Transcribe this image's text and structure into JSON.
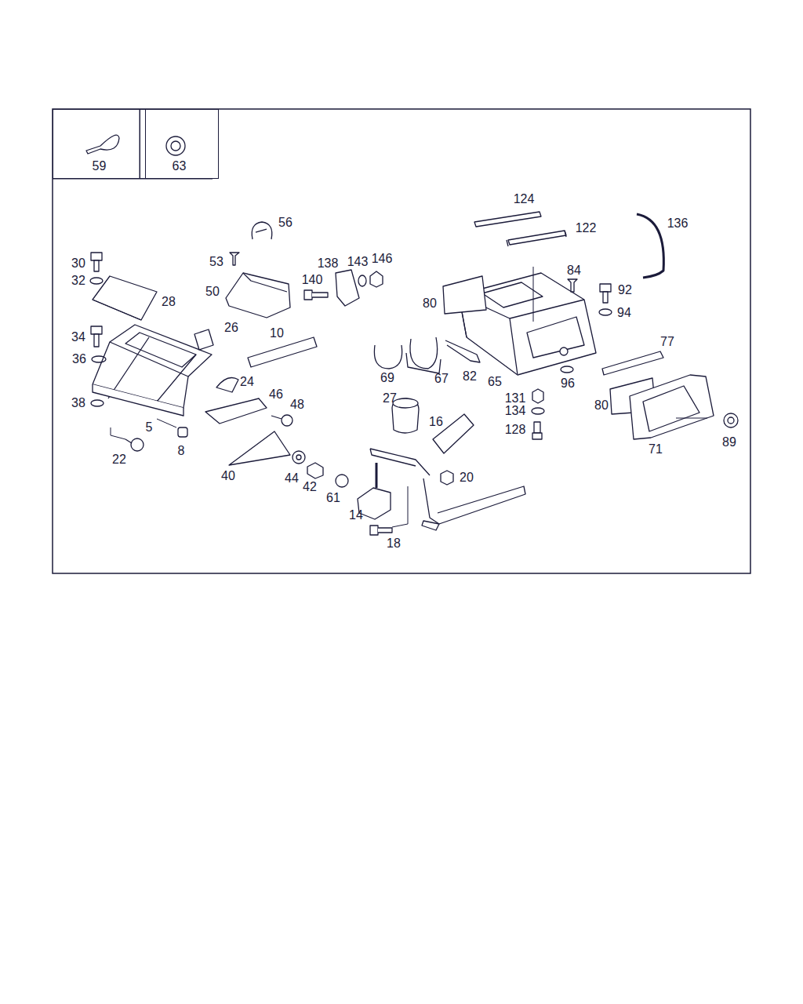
{
  "diagram": {
    "nodes": [
      {
        "text": [
          "59"
        ]
      },
      {
        "text": [
          "63"
        ]
      }
    ],
    "labels": [
      "124",
      "56",
      "122",
      "136",
      "30",
      "53",
      "138",
      "143",
      "146",
      "140",
      "84",
      "92",
      "32",
      "50",
      "80",
      "28",
      "94",
      "26",
      "34",
      "10",
      "77",
      "36",
      "69",
      "67",
      "82",
      "65",
      "96",
      "24",
      "46",
      "48",
      "131",
      "38",
      "27",
      "80",
      "134",
      "16",
      "5",
      "128",
      "22",
      "8",
      "71",
      "89",
      "40",
      "44",
      "42",
      "20",
      "61",
      "14",
      "18"
    ]
  }
}
